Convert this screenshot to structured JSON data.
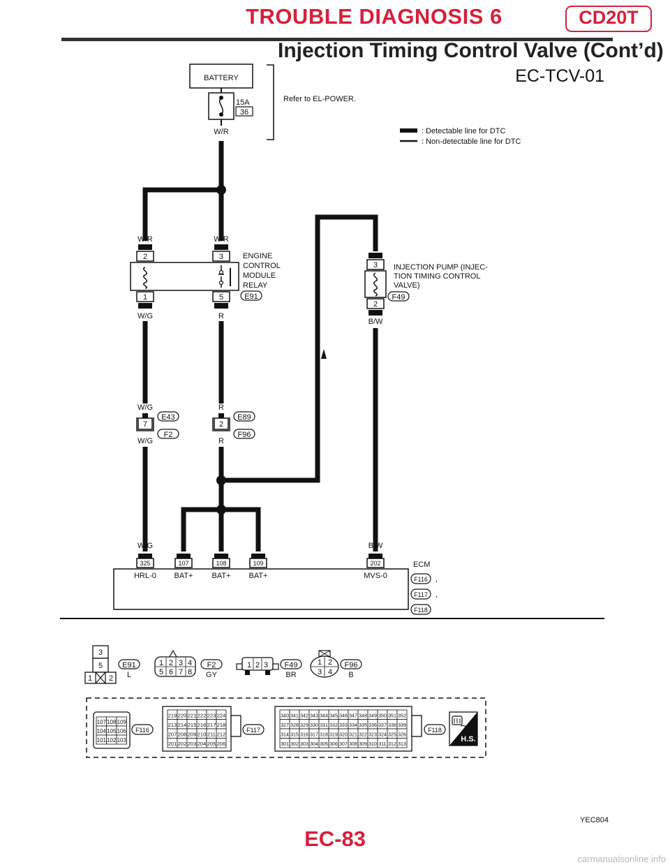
{
  "header": {
    "title": "TROUBLE DIAGNOSIS 6",
    "engine_badge": "CD20T",
    "subtitle": "Injection Timing Control Valve (Cont’d)"
  },
  "diagram": {
    "code": "EC-TCV-01",
    "battery": "BATTERY",
    "fuse_rating": "15A",
    "fuse_number": "36",
    "refer_note": "Refer to EL-POWER.",
    "legend": {
      "detectable": ": Detectable line for DTC",
      "non_detectable": ": Non-detectable line for DTC"
    },
    "wire_colors": {
      "wr": "W/R",
      "wg": "W/G",
      "r": "R",
      "bw": "B/W"
    },
    "relay": {
      "label_lines": [
        "ENGINE",
        "CONTROL",
        "MODULE",
        "RELAY"
      ],
      "connector": "E91",
      "pins": [
        "2",
        "3",
        "1",
        "5"
      ]
    },
    "pump": {
      "label_lines": [
        "INJECTION PUMP (INJEC-",
        "TION TIMING CONTROL",
        "VALVE)"
      ],
      "connector": "F49",
      "pins": [
        "3",
        "2"
      ]
    },
    "joint_connectors": {
      "left": {
        "top": "E43",
        "bottom": "F2",
        "pin": "7"
      },
      "right": {
        "top": "E89",
        "bottom": "F96",
        "pin": "2"
      }
    },
    "ecm": {
      "label": "ECM",
      "terminals": [
        "325",
        "107",
        "108",
        "109",
        "202"
      ],
      "signals": [
        "HRL-0",
        "BAT+",
        "BAT+",
        "BAT+",
        "MVS-0"
      ],
      "connectors": [
        "F116",
        "F117",
        "F118"
      ],
      "separator": ","
    },
    "connector_views": [
      {
        "id": "E91",
        "color": "L",
        "pins": [
          "3",
          "5",
          "1",
          "2"
        ]
      },
      {
        "id": "F2",
        "color": "GY",
        "pins": [
          "1",
          "2",
          "3",
          "4",
          "5",
          "6",
          "7",
          "8"
        ]
      },
      {
        "id": "F49",
        "color": "BR",
        "pins": [
          "1",
          "2",
          "3"
        ]
      },
      {
        "id": "F96",
        "color": "B",
        "pins": [
          "1",
          "2",
          "3",
          "4"
        ]
      }
    ],
    "ecm_views": {
      "f116": {
        "id": "F116",
        "rows": [
          [
            "107",
            "108",
            "109"
          ],
          [
            "104",
            "105",
            "106"
          ],
          [
            "101",
            "102",
            "103"
          ]
        ]
      },
      "f117": {
        "id": "F117",
        "rows": [
          [
            "219",
            "220",
            "221",
            "222",
            "223",
            "224"
          ],
          [
            "213",
            "214",
            "215",
            "216",
            "217",
            "218"
          ],
          [
            "207",
            "208",
            "209",
            "210",
            "211",
            "212"
          ],
          [
            "201",
            "202",
            "203",
            "204",
            "205",
            "206"
          ]
        ]
      },
      "f118": {
        "id": "F118",
        "rows": [
          [
            "340",
            "341",
            "342",
            "343",
            "344",
            "345",
            "346",
            "347",
            "348",
            "349",
            "350",
            "351",
            "352"
          ],
          [
            "327",
            "328",
            "329",
            "330",
            "331",
            "332",
            "333",
            "334",
            "335",
            "336",
            "337",
            "338",
            "339"
          ],
          [
            "314",
            "315",
            "316",
            "317",
            "318",
            "319",
            "320",
            "321",
            "322",
            "323",
            "324",
            "325",
            "326"
          ],
          [
            "301",
            "302",
            "303",
            "304",
            "305",
            "306",
            "307",
            "308",
            "309",
            "310",
            "311",
            "312",
            "313"
          ]
        ]
      },
      "hs_badge": "H.S."
    },
    "figure_code": "YEC804"
  },
  "footer": {
    "page_number": "EC-83",
    "watermark": "carmanualsonline.info"
  }
}
